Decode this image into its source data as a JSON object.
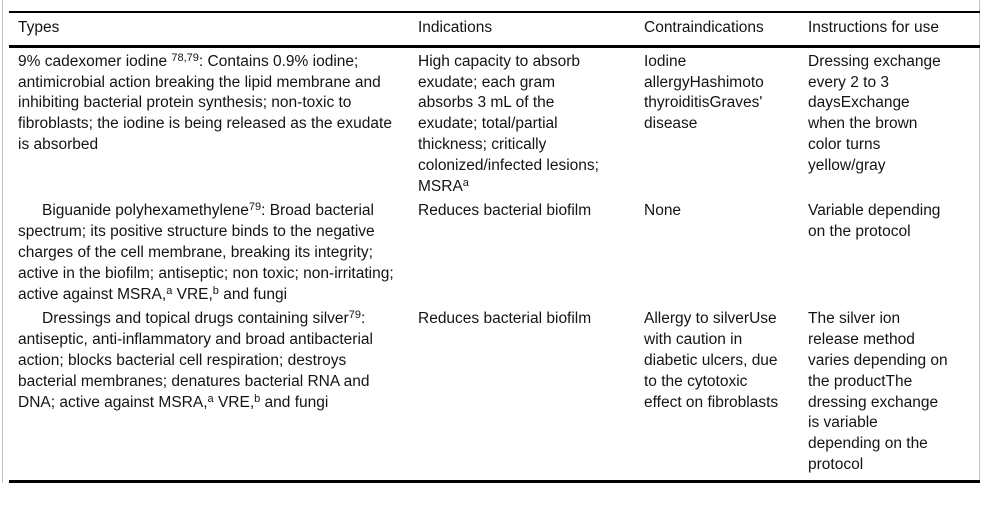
{
  "colors": {
    "text": "#141414",
    "rule_black": "#000000",
    "frame_gray": "#c2c2c2",
    "background": "#ffffff"
  },
  "table": {
    "columns": [
      "Types",
      "Indications",
      "Contraindications",
      "Instructions for use"
    ],
    "rows": [
      {
        "types": [
          {
            "text": "9% cadexomer iodine "
          },
          {
            "text": "78,79",
            "sup": true
          },
          {
            "text": ": Contains 0.9% iodine; antimicrobial action breaking the lipid membrane and inhibiting bacterial protein synthesis; non-toxic to fibroblasts; the iodine is being released as the exudate is absorbed"
          }
        ],
        "indications": [
          {
            "text": "High capacity to absorb exudate; each gram absorbs 3 mL of the exudate; total/partial thickness; critically colonized/infected lesions; MSRA"
          },
          {
            "text": "a",
            "sup": true
          }
        ],
        "contraindications": [
          {
            "text": "Iodine allergyHashimoto thyroiditisGraves' disease"
          }
        ],
        "instructions": [
          {
            "text": "Dressing exchange every 2 to 3 daysExchange when the brown color turns yellow/gray"
          }
        ]
      },
      {
        "types": [
          {
            "text": "Biguanide polyhexamethylene"
          },
          {
            "text": "79",
            "sup": true
          },
          {
            "text": ": Broad bacterial spectrum; its positive structure binds to the negative charges of the cell membrane, breaking its integrity; active in the biofilm; antiseptic; non toxic; non-irritating; active against MSRA,"
          },
          {
            "text": "a",
            "sup": true
          },
          {
            "text": " VRE,"
          },
          {
            "text": "b",
            "sup": true
          },
          {
            "text": " and fungi"
          }
        ],
        "indications": [
          {
            "text": "Reduces bacterial biofilm"
          }
        ],
        "contraindications": [
          {
            "text": "None"
          }
        ],
        "instructions": [
          {
            "text": "Variable depending on the protocol"
          }
        ]
      },
      {
        "types": [
          {
            "text": "Dressings and topical drugs containing silver"
          },
          {
            "text": "79",
            "sup": true
          },
          {
            "text": ": antiseptic, anti-inflammatory and broad antibacterial action; blocks bacterial cell respiration; destroys bacterial membranes; denatures bacterial RNA and DNA; active against MSRA,"
          },
          {
            "text": "a",
            "sup": true
          },
          {
            "text": " VRE,"
          },
          {
            "text": "b",
            "sup": true
          },
          {
            "text": " and fungi"
          }
        ],
        "indications": [
          {
            "text": "Reduces bacterial biofilm"
          }
        ],
        "contraindications": [
          {
            "text": "Allergy to silverUse with caution in diabetic ulcers, due to the cytotoxic effect on fibroblasts"
          }
        ],
        "instructions": [
          {
            "text": "The silver ion release method varies depending on the productThe dressing exchange is variable depending on the protocol"
          }
        ]
      }
    ]
  }
}
